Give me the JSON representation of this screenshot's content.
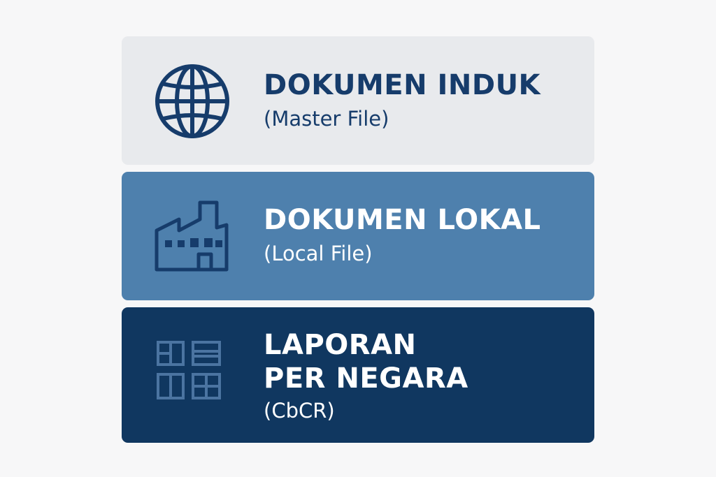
{
  "cards": [
    {
      "id": "master-file",
      "icon": "globe-icon",
      "title_lines": [
        "DOKUMEN INDUK"
      ],
      "subtitle": "(Master File)",
      "background": "#e8eaed",
      "text_color": "#163c6b"
    },
    {
      "id": "local-file",
      "icon": "factory-icon",
      "title_lines": [
        "DOKUMEN LOKAL"
      ],
      "subtitle": "(Local File)",
      "background": "#4e80ad",
      "text_color": "#ffffff"
    },
    {
      "id": "cbcr",
      "icon": "grid-report-icon",
      "title_lines": [
        "LAPORAN",
        "PER NEGARA"
      ],
      "subtitle": "(CbCR)",
      "background": "#103760",
      "text_color": "#ffffff"
    }
  ]
}
